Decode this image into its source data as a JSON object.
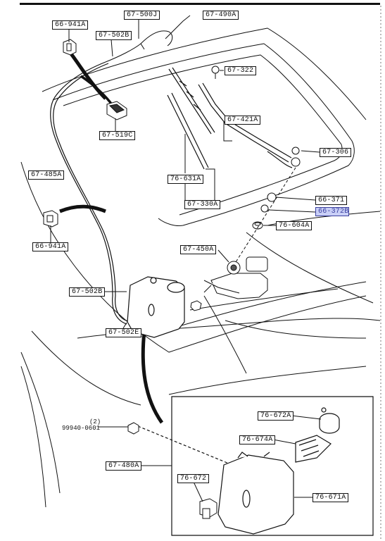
{
  "diagram": {
    "labels": {
      "p66_941A_top": "66-941A",
      "p67_500J": "67-500J",
      "p67_490A": "67-490A",
      "p67_502B_top": "67-502B",
      "p67_322": "67-322",
      "p67_519C": "67-519C",
      "p67_421A": "67-421A",
      "p67_306": "67-306",
      "p67_485A": "67-485A",
      "p76_631A": "76-631A",
      "p66_371": "66-371",
      "p67_330A": "67-330A",
      "p66_372B": "66-372B",
      "p76_604A": "76-604A",
      "p66_941A_left": "66-941A",
      "p67_450A": "67-450A",
      "p67_502B_low": "67-502B",
      "p67_502E": "67-502E",
      "p76_672A": "76-672A",
      "p76_674A": "76-674A",
      "p67_480A": "67-480A",
      "p76_672": "76-672",
      "p76_671A": "76-671A"
    },
    "bolt_qty": "(2)",
    "bolt_part": "99940-0601"
  },
  "colors": {
    "line": "#111111",
    "highlight_fill": "#c9cff7",
    "highlight_text": "#3a3f9e"
  }
}
